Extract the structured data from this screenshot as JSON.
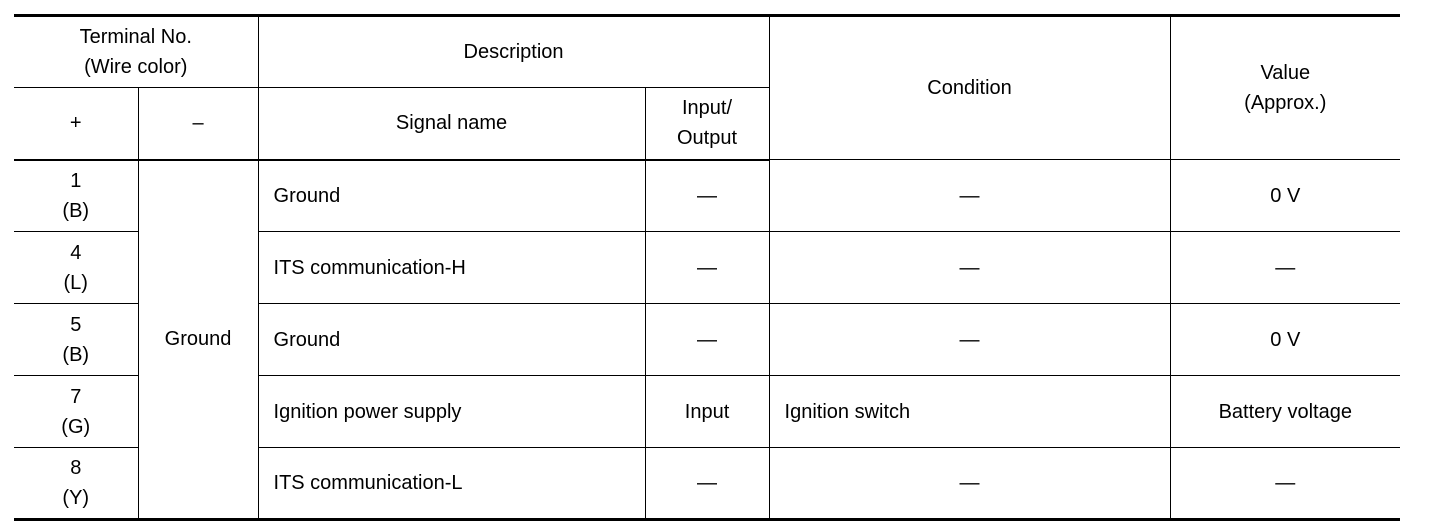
{
  "header": {
    "terminal_line1": "Terminal No.",
    "terminal_line2": "(Wire color)",
    "description": "Description",
    "condition": "Condition",
    "value_line1": "Value",
    "value_line2": "(Approx.)",
    "plus": "+",
    "minus": "–",
    "signal_name": "Signal name",
    "io_line1": "Input/",
    "io_line2": "Output"
  },
  "ground_label": "Ground",
  "rows": [
    {
      "num": "1",
      "color": "(B)",
      "signal": "Ground",
      "io": "—",
      "condition": "—",
      "value": "0 V"
    },
    {
      "num": "4",
      "color": "(L)",
      "signal": "ITS communication-H",
      "io": "—",
      "condition": "—",
      "value": "—"
    },
    {
      "num": "5",
      "color": "(B)",
      "signal": "Ground",
      "io": "—",
      "condition": "—",
      "value": "0 V"
    },
    {
      "num": "7",
      "color": "(G)",
      "signal": "Ignition power supply",
      "io": "Input",
      "condition": "Ignition switch",
      "value": "Battery voltage"
    },
    {
      "num": "8",
      "color": "(Y)",
      "signal": "ITS communication-L",
      "io": "—",
      "condition": "—",
      "value": "—"
    }
  ]
}
